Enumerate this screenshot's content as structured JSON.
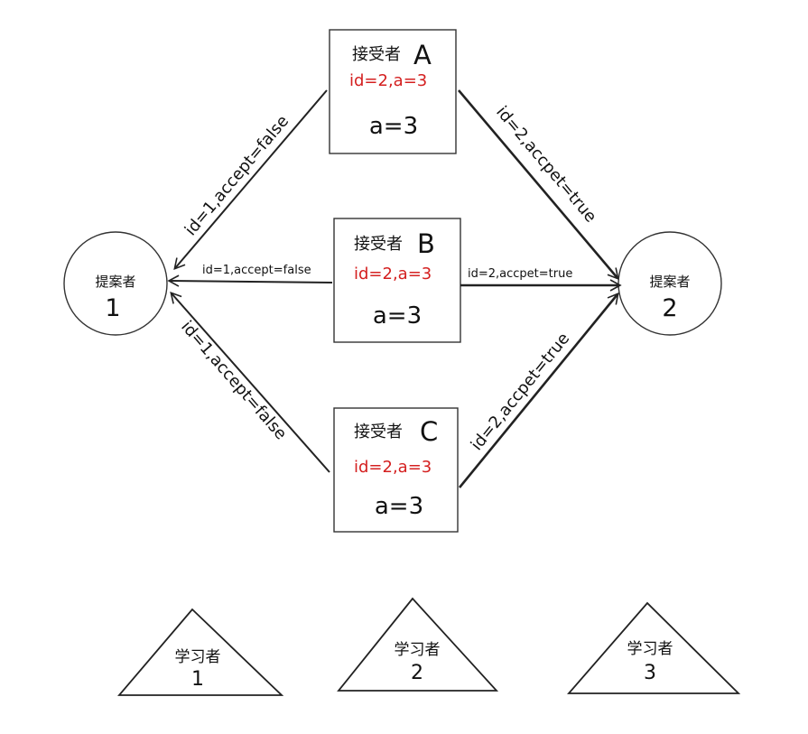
{
  "proposers": [
    {
      "role": "提案者",
      "number": "1"
    },
    {
      "role": "提案者",
      "number": "2"
    }
  ],
  "acceptors": [
    {
      "role": "接受者",
      "letter": "A",
      "received": "id=2,a=3",
      "value": "a=3"
    },
    {
      "role": "接受者",
      "letter": "B",
      "received": "id=2,a=3",
      "value": "a=3"
    },
    {
      "role": "接受者",
      "letter": "C",
      "received": "id=2,a=3",
      "value": "a=3"
    }
  ],
  "learners": [
    {
      "role": "学习者",
      "number": "1"
    },
    {
      "role": "学习者",
      "number": "2"
    },
    {
      "role": "学习者",
      "number": "3"
    }
  ],
  "messages": {
    "a_to_p1": "id=1,accept=false",
    "b_to_p1": "id=1,accept=false",
    "c_to_p1": "id=1,accept=false",
    "a_to_p2": "id=2,accpet=true",
    "b_to_p2": "id=2,accpet=true",
    "c_to_p2": "id=2,accpet=true"
  },
  "colors": {
    "ink": "#222222",
    "highlight": "#d42020"
  }
}
